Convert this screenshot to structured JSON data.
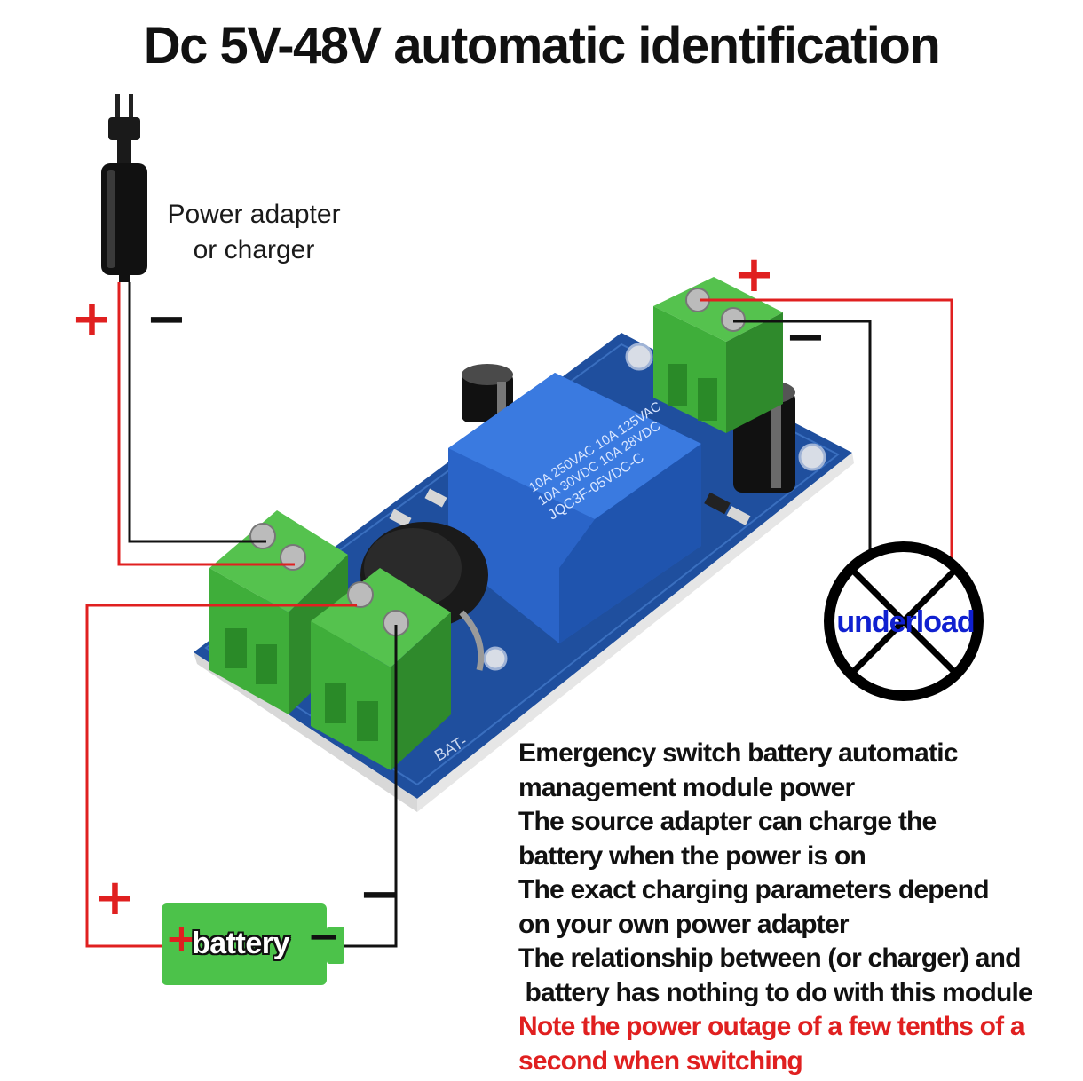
{
  "title": "Dc 5V-48V automatic identification",
  "adapter": {
    "label_lines": [
      "Power adapter",
      "or charger"
    ]
  },
  "signs": {
    "plus": "+",
    "minus": "−"
  },
  "battery": {
    "label": "battery",
    "plus": "+",
    "minus": "−"
  },
  "load": {
    "label": "underload"
  },
  "relay": {
    "lines": [
      "10A 250VAC 10A 125VAC",
      "10A 30VDC 10A 28VDC",
      "JQC3F-05VDC-C"
    ]
  },
  "board": {
    "terminal_label": "BAT-"
  },
  "description": {
    "lines": [
      "Emergency switch battery automatic",
      "management module power",
      "The source adapter can charge the",
      "battery when the power is on",
      "The exact charging parameters depend",
      "on your own power adapter",
      "The relationship between (or charger) and",
      " battery has nothing to do with this module"
    ],
    "note_lines": [
      "Note the power outage of a few tenths of a",
      "second when switching"
    ]
  },
  "colors": {
    "positive_wire": "#e02020",
    "negative_wire": "#111111",
    "pcb": "#1f4f9e",
    "relay": "#2a64c8",
    "terminal": "#3fae3a",
    "battery": "#4cc24a",
    "load_text": "#1020d0"
  }
}
